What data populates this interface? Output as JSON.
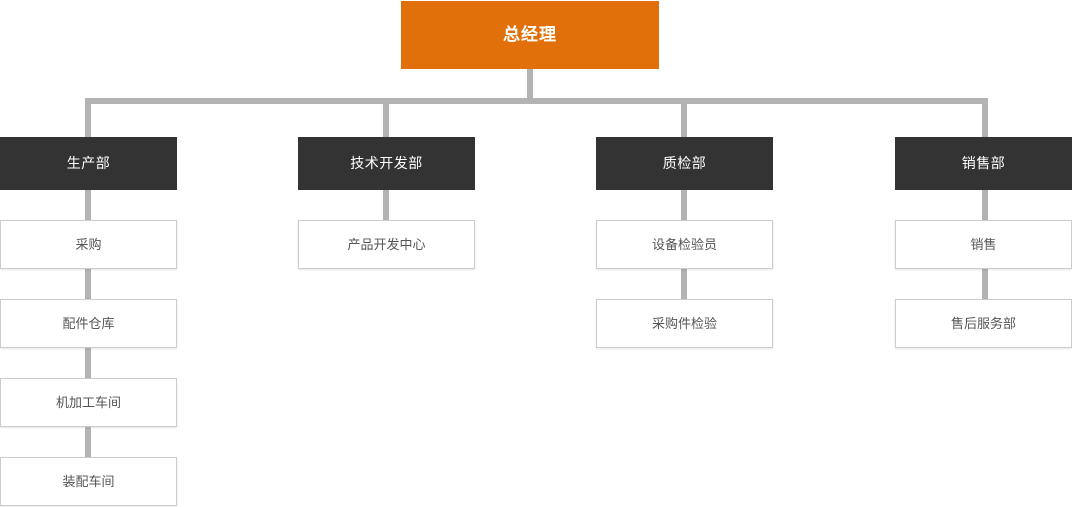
{
  "chart_meta": {
    "type": "org-chart",
    "colors": {
      "root_bg": "#e2700a",
      "root_text": "#ffffff",
      "dept_bg": "#333333",
      "dept_text": "#ffffff",
      "sub_bg": "#ffffff",
      "sub_text": "#555555",
      "sub_border": "#cccccc",
      "connector": "#b3b3b3",
      "page_bg": "#ffffff"
    }
  },
  "root": {
    "label": "总经理"
  },
  "columns": [
    {
      "dept": "生产部",
      "children": [
        "采购",
        "配件仓库",
        "机加工车间",
        "装配车间"
      ]
    },
    {
      "dept": "技术开发部",
      "children": [
        "产品开发中心"
      ]
    },
    {
      "dept": "质检部",
      "children": [
        "设备检验员",
        "采购件检验"
      ]
    },
    {
      "dept": "销售部",
      "children": [
        "销售",
        "售后服务部"
      ]
    }
  ]
}
